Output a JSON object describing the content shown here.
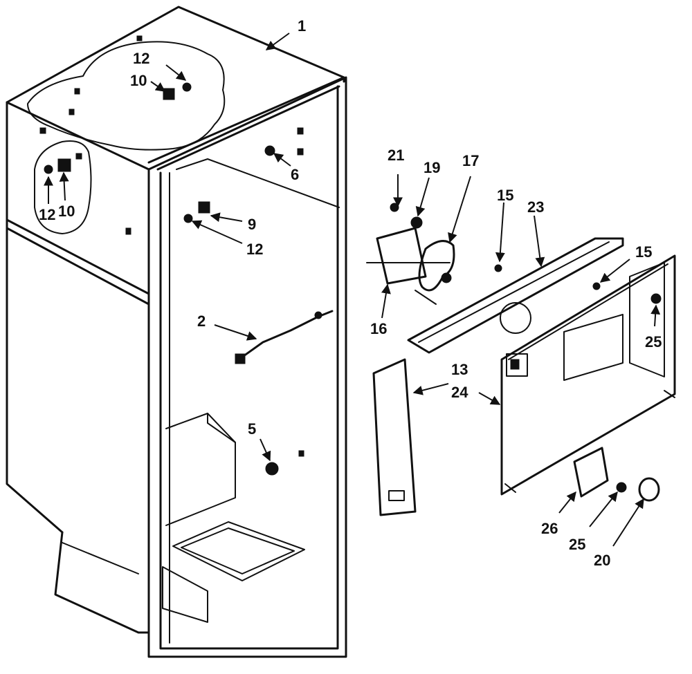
{
  "diagram": {
    "callouts": [
      {
        "id": "c1",
        "label": "1"
      },
      {
        "id": "c12a",
        "label": "12"
      },
      {
        "id": "c10a",
        "label": "10"
      },
      {
        "id": "c6",
        "label": "6"
      },
      {
        "id": "c12b",
        "label": "12"
      },
      {
        "id": "c10b",
        "label": "10"
      },
      {
        "id": "c9",
        "label": "9"
      },
      {
        "id": "c12c",
        "label": "12"
      },
      {
        "id": "c2",
        "label": "2"
      },
      {
        "id": "c5",
        "label": "5"
      },
      {
        "id": "c21",
        "label": "21"
      },
      {
        "id": "c19",
        "label": "19"
      },
      {
        "id": "c17",
        "label": "17"
      },
      {
        "id": "c15a",
        "label": "15"
      },
      {
        "id": "c23",
        "label": "23"
      },
      {
        "id": "c15b",
        "label": "15"
      },
      {
        "id": "c16",
        "label": "16"
      },
      {
        "id": "c25a",
        "label": "25"
      },
      {
        "id": "c13",
        "label": "13"
      },
      {
        "id": "c24",
        "label": "24"
      },
      {
        "id": "c26",
        "label": "26"
      },
      {
        "id": "c25b",
        "label": "25"
      },
      {
        "id": "c20",
        "label": "20"
      }
    ]
  }
}
